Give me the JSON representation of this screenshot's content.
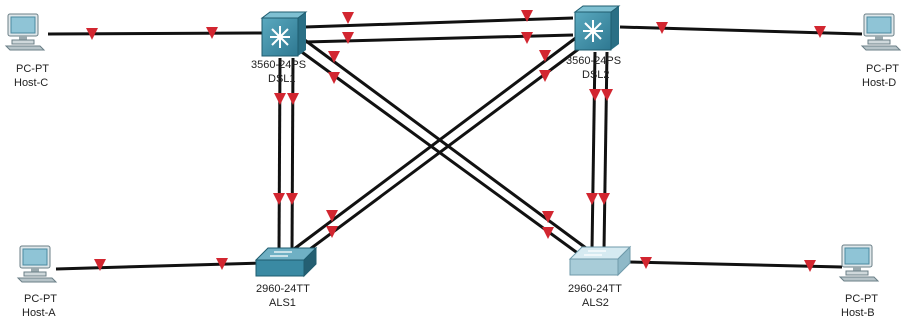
{
  "colors": {
    "link": "#111111",
    "port_status": "#d22630",
    "multilayer_switch": "#3d8fa5",
    "als1_switch": "#3a8aa3",
    "als2_switch": "#a8ccd8",
    "pc_screen": "#8fc4d6"
  },
  "devices": {
    "host_c": {
      "icon": "pc-icon",
      "model": "PC-PT",
      "name": "Host-C"
    },
    "host_d": {
      "icon": "pc-icon",
      "model": "PC-PT",
      "name": "Host-D"
    },
    "host_a": {
      "icon": "pc-icon",
      "model": "PC-PT",
      "name": "Host-A"
    },
    "host_b": {
      "icon": "pc-icon",
      "model": "PC-PT",
      "name": "Host-B"
    },
    "dsl1": {
      "icon": "multilayer-switch-icon",
      "model": "3560-24PS",
      "name": "DSL1"
    },
    "dsl2": {
      "icon": "multilayer-switch-icon",
      "model": "3560-24PS",
      "name": "DSL2"
    },
    "als1": {
      "icon": "switch-icon",
      "model": "2960-24TT",
      "name": "ALS1"
    },
    "als2": {
      "icon": "switch-icon",
      "model": "2960-24TT",
      "name": "ALS2"
    }
  },
  "port_status_icon": "down-triangle-icon"
}
